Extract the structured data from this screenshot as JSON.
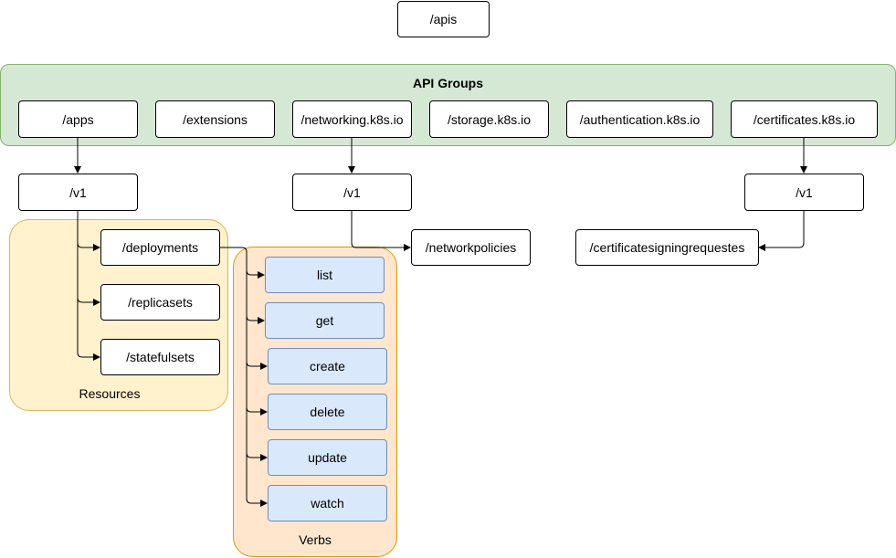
{
  "root": {
    "label": "/apis"
  },
  "api_groups": {
    "title": "API Groups",
    "items": [
      "/apps",
      "/extensions",
      "/networking.k8s.io",
      "/storage.k8s.io",
      "/authentication.k8s.io",
      "/certificates.k8s.io"
    ]
  },
  "versions": {
    "apps": "/v1",
    "networking": "/v1",
    "certificates": "/v1"
  },
  "resources": {
    "title": "Resources",
    "items": [
      "/deployments",
      "/replicasets",
      "/statefulsets"
    ]
  },
  "networking_resources": {
    "networkpolicies": "/networkpolicies"
  },
  "certificates_resources": {
    "csr": "/certificatesigningrequestes"
  },
  "verbs": {
    "title": "Verbs",
    "items": [
      "list",
      "get",
      "create",
      "delete",
      "update",
      "watch"
    ]
  },
  "colors": {
    "group_fill": "#d5e8d4",
    "group_stroke": "#82b366",
    "resources_fill": "#fff2cc",
    "resources_stroke": "#d6b656",
    "verbs_fill": "#ffe6cc",
    "verbs_stroke": "#d79b00",
    "verb_box_fill": "#dae8fc",
    "verb_box_stroke": "#6c8ebf"
  }
}
